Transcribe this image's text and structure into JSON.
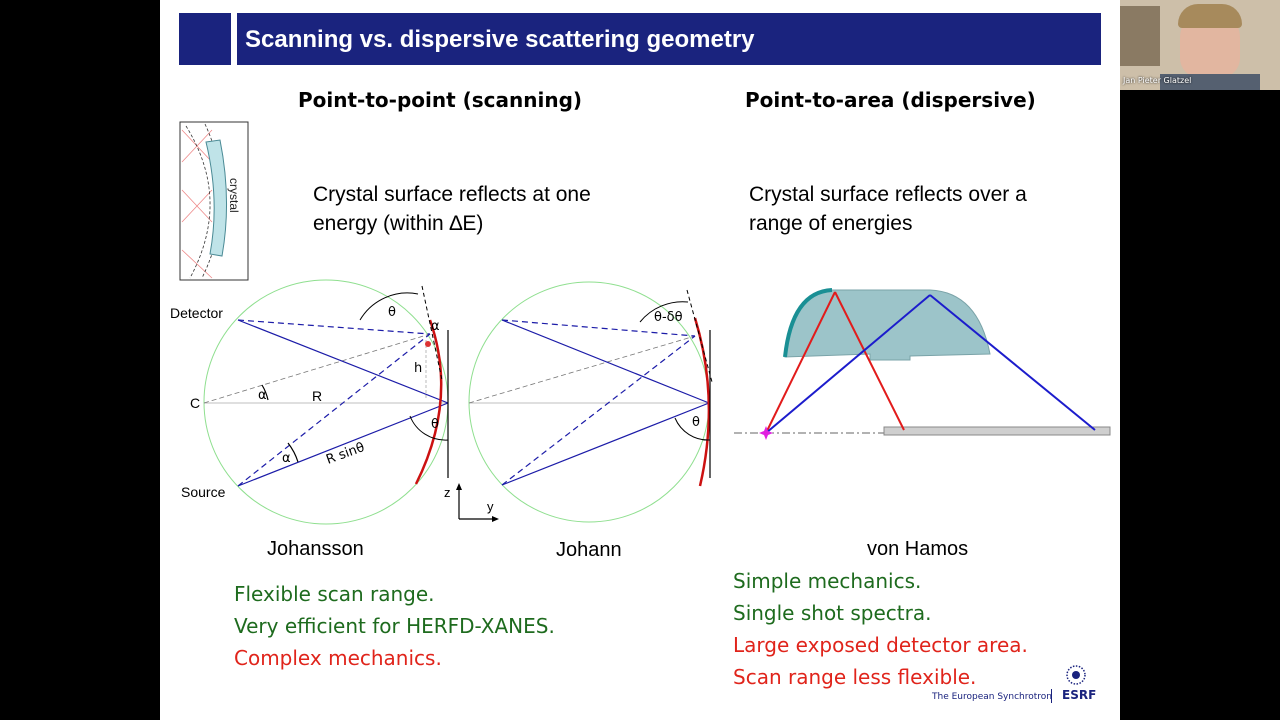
{
  "title": "Scanning vs. dispersive scattering geometry",
  "left_heading": "Point-to-point (scanning)",
  "right_heading": "Point-to-area (dispersive)",
  "left_desc": [
    "Crystal surface reflects at one",
    "energy (within ∆E)"
  ],
  "right_desc": [
    "Crystal surface reflects over a",
    "range of energies"
  ],
  "inset_label": "crystal",
  "diagram_labels": {
    "detector": "Detector",
    "c": "C",
    "source": "Source",
    "theta": "θ",
    "alpha": "α",
    "h": "h",
    "r": "R",
    "r_sin_theta": "R sinθ",
    "z": "z",
    "y": "y",
    "theta_minus_dtheta": "θ-δθ"
  },
  "geometry_names": [
    "Johansson",
    "Johann",
    "von Hamos"
  ],
  "left_bullets": [
    {
      "text": "Flexible scan range.",
      "color": "#1e6b1e"
    },
    {
      "text": "Very efficient for HERFD-XANES.",
      "color": "#1e6b1e"
    },
    {
      "text": "Complex mechanics.",
      "color": "#e0241b"
    }
  ],
  "right_bullets": [
    {
      "text": "Simple mechanics.",
      "color": "#1e6b1e"
    },
    {
      "text": "Single shot spectra.",
      "color": "#1e6b1e"
    },
    {
      "text": "Large exposed detector area.",
      "color": "#e0241b"
    },
    {
      "text": "Scan range less flexible.",
      "color": "#e0241b"
    }
  ],
  "footer": "The European Synchrotron",
  "logo": "ESRF",
  "webcam_name": "Jan Pieter Glatzel",
  "colors": {
    "title_bar": "#1a237e",
    "rowland_circle": "#8fdf8f",
    "crystal": "#cc1111",
    "ray": "#1c1ca8",
    "green_text": "#1e6b1e",
    "red_text": "#e0241b"
  }
}
